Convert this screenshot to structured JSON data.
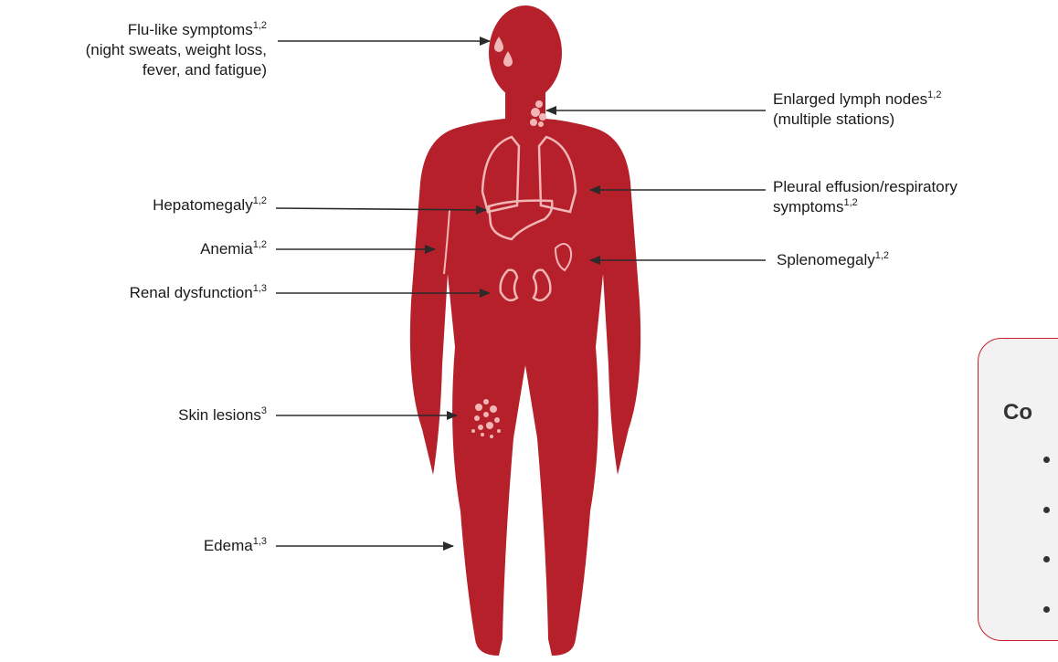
{
  "labels": {
    "flu": {
      "line1": "Flu-like symptoms",
      "sup": "1,2",
      "line2": "(night sweats, weight loss,",
      "line3": "fever, and fatigue)"
    },
    "lymph": {
      "line1": "Enlarged lymph nodes",
      "sup": "1,2",
      "line2": "(multiple stations)"
    },
    "pleural": {
      "line1": "Pleural effusion/respiratory",
      "line2": "symptoms",
      "sup": "1,2"
    },
    "hepato": {
      "text": "Hepatomegaly",
      "sup": "1,2"
    },
    "anemia": {
      "text": "Anemia",
      "sup": "1,2"
    },
    "renal": {
      "text": "Renal dysfunction",
      "sup": "1,3"
    },
    "spleno": {
      "text": "Splenomegaly",
      "sup": "1,2"
    },
    "skin": {
      "text": "Skin lesions",
      "sup": "3"
    },
    "edema": {
      "text": "Edema",
      "sup": "1,3"
    }
  },
  "callout": {
    "title": "Co",
    "bullet_count": 4
  },
  "colors": {
    "body": "#b5202a",
    "organ_outline": "#f2b6b6",
    "arrow": "#2b2b2b",
    "callout_border": "#c7202a",
    "callout_bg": "#f2f2f2"
  }
}
